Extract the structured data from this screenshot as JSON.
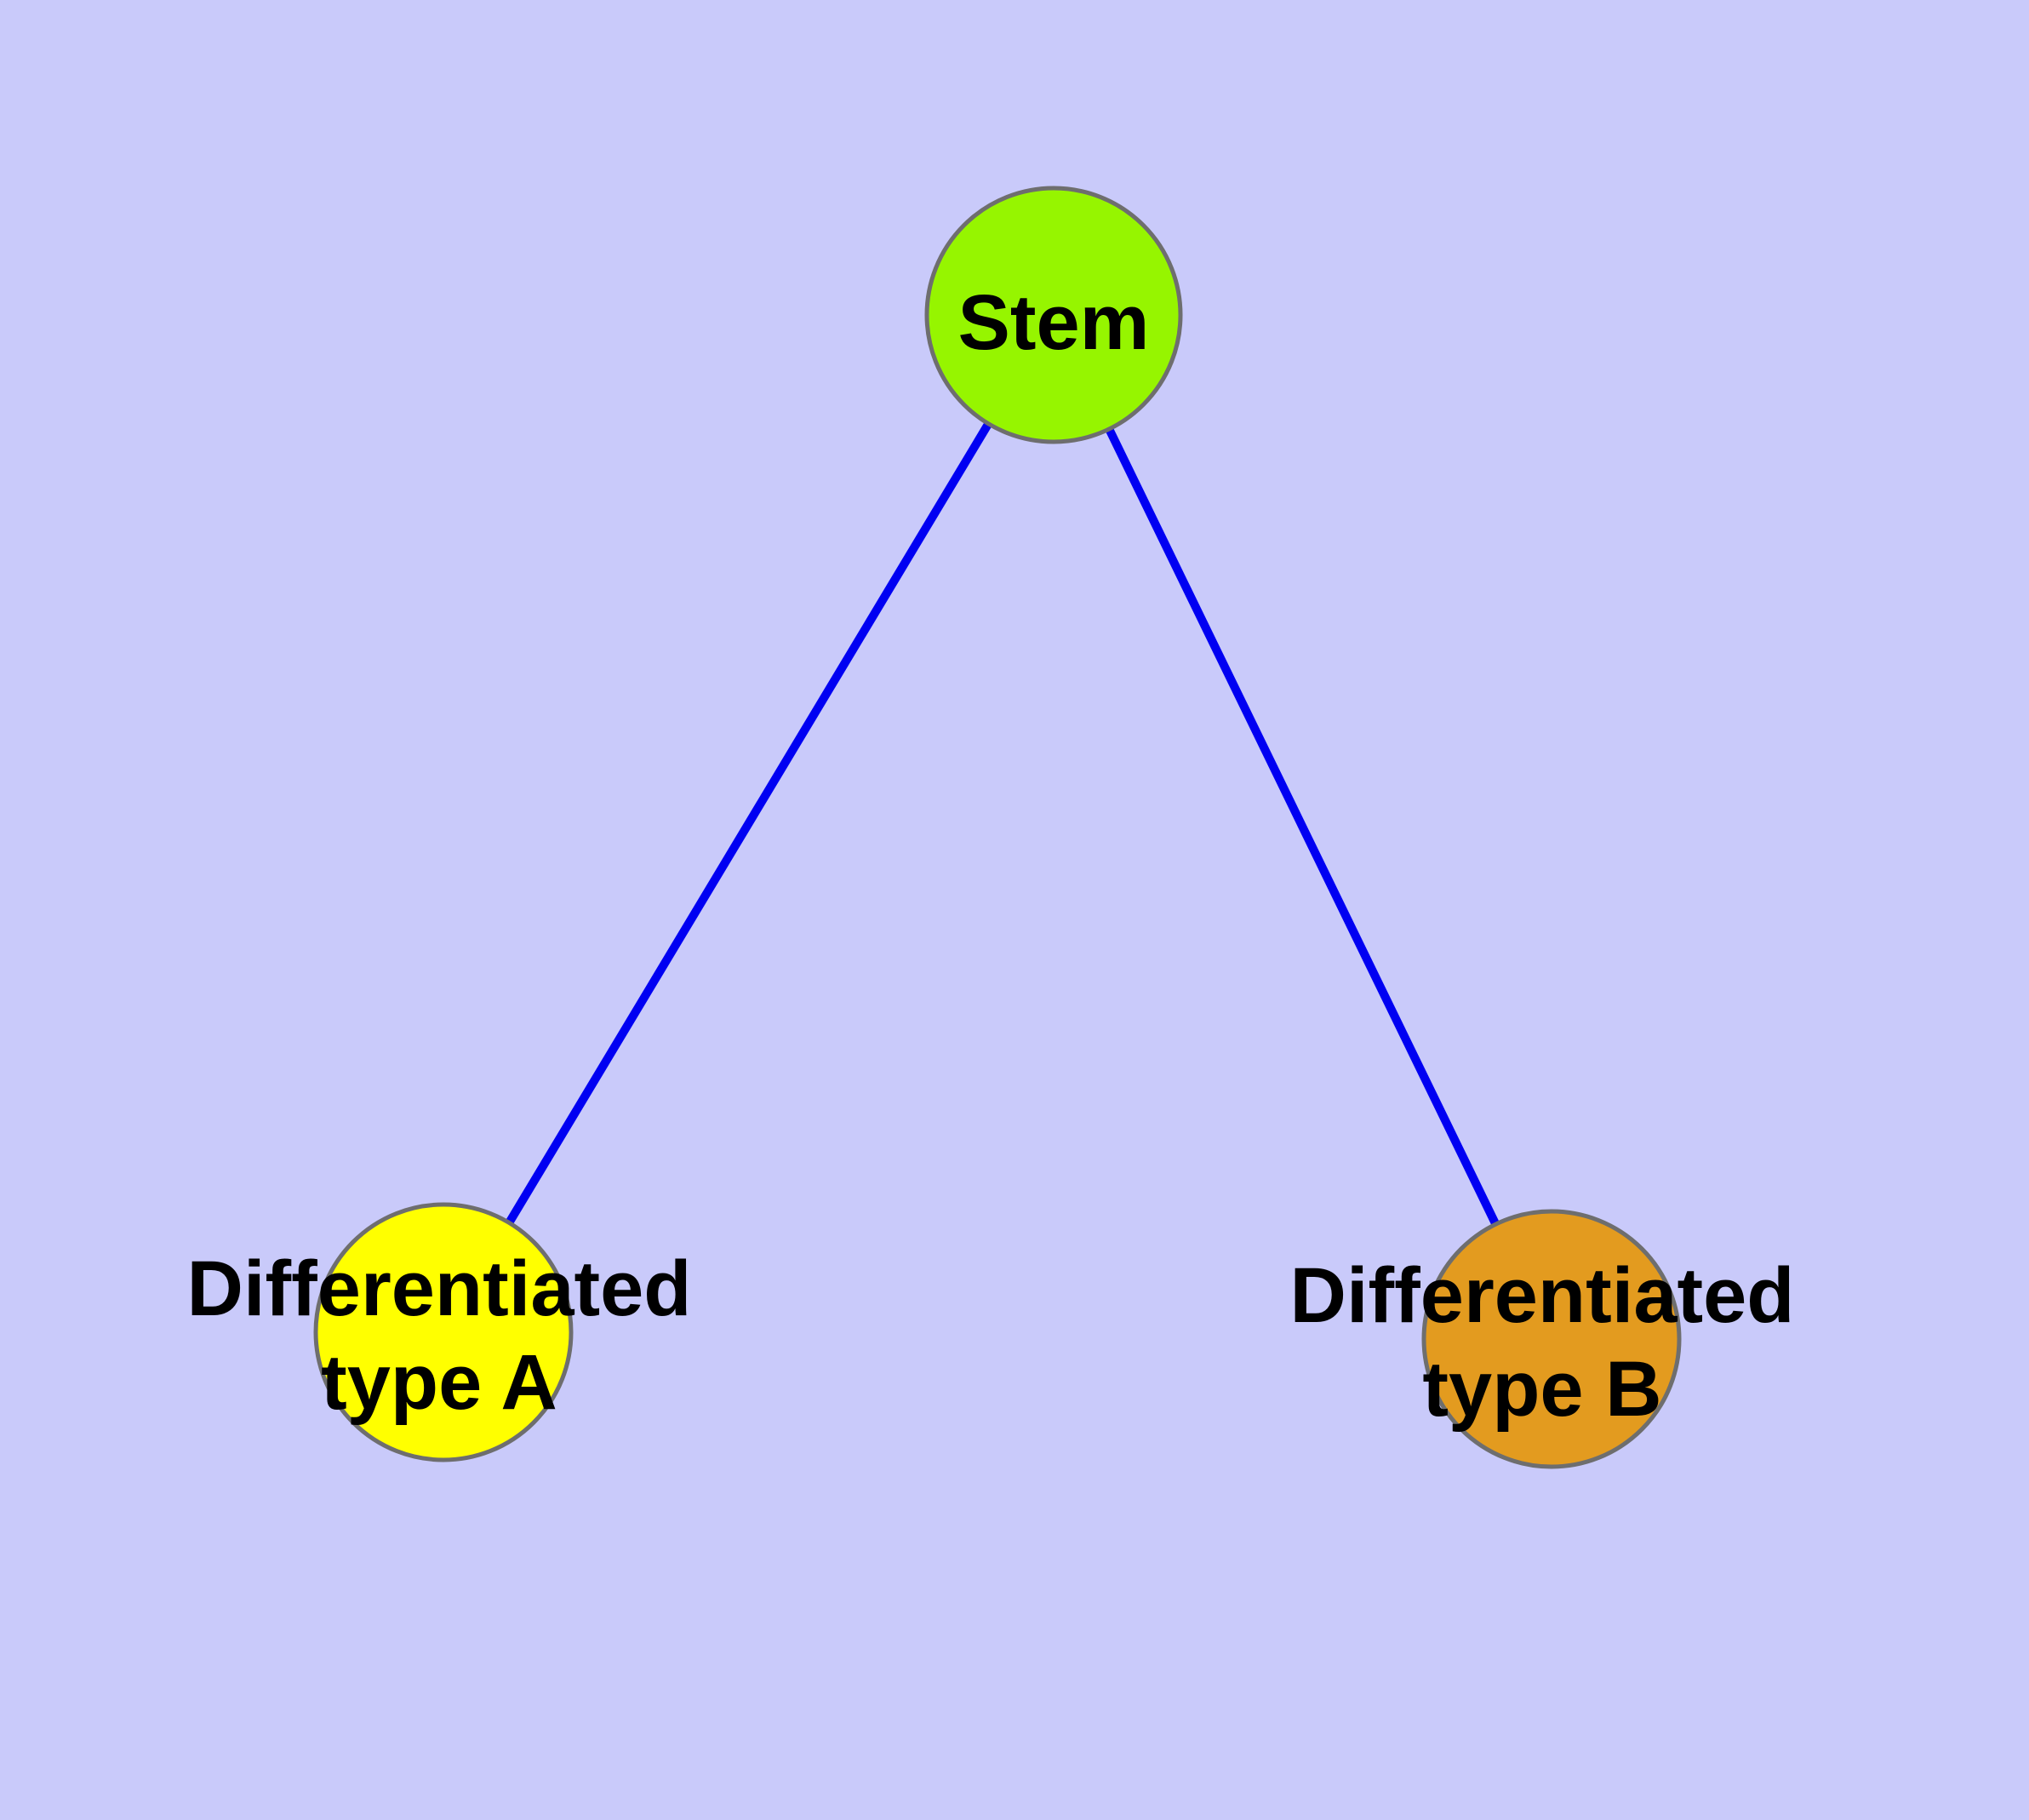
{
  "figure": {
    "kind": "node-link-graph",
    "background_color": "#C9CAFA",
    "edge_color": "#0000F2",
    "node_border_color": "#6E6E6E",
    "label_color": "#000000",
    "nodes": {
      "stem": {
        "label": "Stem",
        "fill_color": "#96F500"
      },
      "type_a": {
        "label_line1": "Differentiated",
        "label_line2": "type A",
        "fill_color": "#FFFF00"
      },
      "type_b": {
        "label_line1": "Differentiated",
        "label_line2": "type B",
        "fill_color": "#E39B1F"
      }
    },
    "edges": [
      {
        "from": "Stem",
        "to": "Differentiated type A"
      },
      {
        "from": "Stem",
        "to": "Differentiated type B"
      }
    ]
  }
}
